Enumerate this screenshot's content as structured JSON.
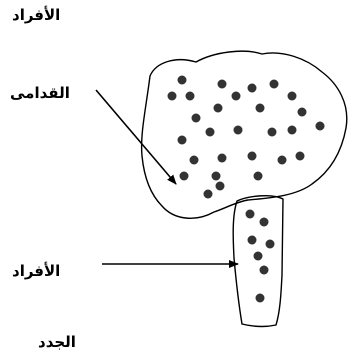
{
  "labels": {
    "top_group": "الأفراد",
    "old_group": "القدامى",
    "arriving_group": "الأفراد",
    "new_group": "الجدد"
  },
  "colors": {
    "stroke": "#000000",
    "dot_fill": "#333333",
    "background": "#ffffff"
  }
}
